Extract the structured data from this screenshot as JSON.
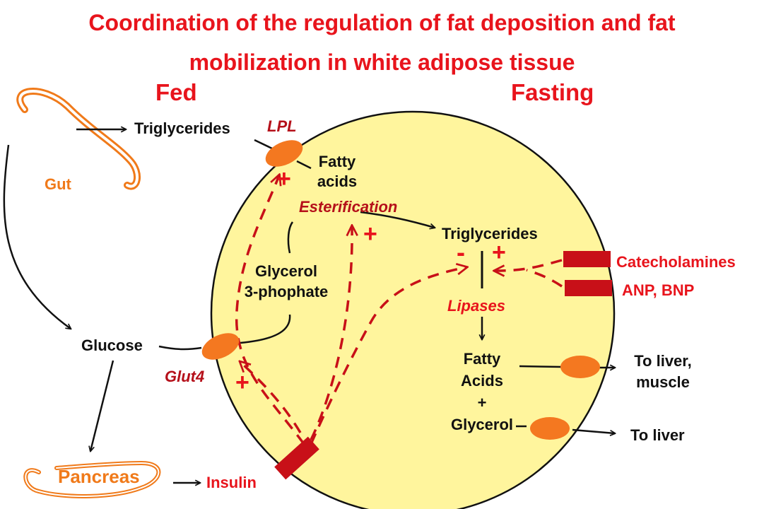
{
  "title_line1": "Coordination of the regulation of fat deposition and fat",
  "title_line2": "mobilization in white adipose tissue",
  "fed": "Fed",
  "fasting": "Fasting",
  "labels": {
    "triglycerides_outside": "Triglycerides",
    "lpl": "LPL",
    "gut": "Gut",
    "fatty_acids_1": "Fatty",
    "fatty_acids_2": "acids",
    "esterification": "Esterification",
    "triglycerides_inside": "Triglycerides",
    "glycerol3p_1": "Glycerol",
    "glycerol3p_2": "3-phophate",
    "glucose": "Glucose",
    "glut4": "Glut4",
    "lipases": "Lipases",
    "fa_out_1": "Fatty",
    "fa_out_2": "Acids",
    "fa_out_3": "+",
    "fa_out_4": "Glycerol",
    "catecholamines": "Catecholamines",
    "anp_bnp": "ANP, BNP",
    "to_liver_muscle_1": "To liver,",
    "to_liver_muscle_2": "muscle",
    "to_liver": "To liver",
    "pancreas": "Pancreas",
    "insulin": "Insulin"
  },
  "signs": {
    "plus_lpl": "+",
    "plus_ester": "+",
    "plus_glut4": "+",
    "minus_lipase": "-",
    "plus_lipase": "+"
  },
  "colors": {
    "title_red": "#e8141c",
    "label_red": "#e8141c",
    "dark_red": "#b5101a",
    "orange": "#f07a1a",
    "cell_fill": "#fff59d",
    "black": "#111111"
  }
}
